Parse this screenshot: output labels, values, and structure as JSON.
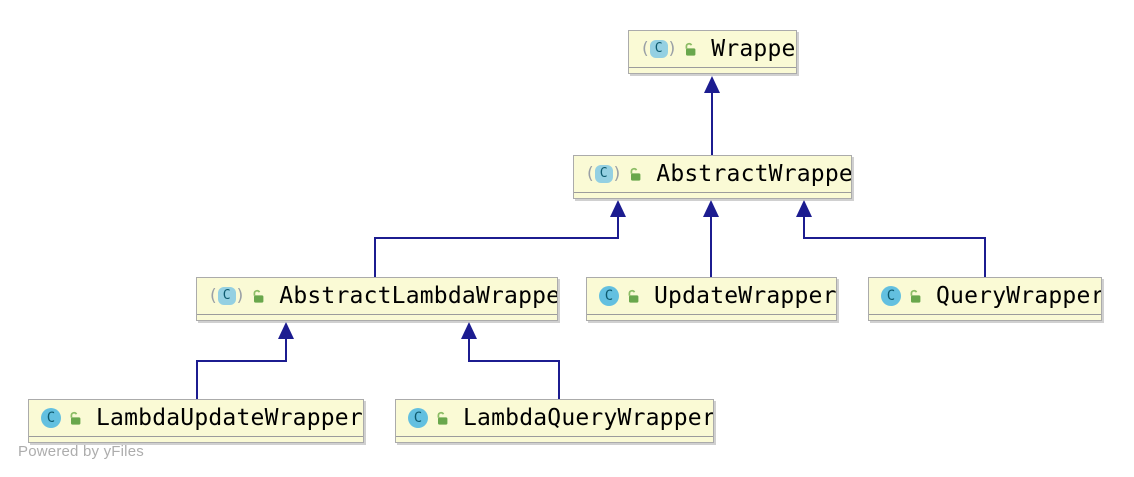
{
  "diagram": {
    "type": "uml-class-inheritance-diagram",
    "watermark": "Powered by yFiles",
    "icon_glyphs": {
      "class_letter": "C",
      "paren_open": "(",
      "paren_close": ")"
    },
    "colors": {
      "node_fill": "#fafad5",
      "node_border": "#ababab",
      "edge": "#1c1c90",
      "class_icon_fill": "#63c0e0",
      "abstract_class_icon_fill": "#94d0e2",
      "lock_green": "#69a74c",
      "watermark_gray": "#adadad"
    },
    "nodes": [
      {
        "id": "Wrapper",
        "label": "Wrapper",
        "stereotype": "abstract-class",
        "visibility": "public"
      },
      {
        "id": "AbstractWrapper",
        "label": "AbstractWrapper",
        "stereotype": "abstract-class",
        "visibility": "public"
      },
      {
        "id": "AbstractLambdaWrapper",
        "label": "AbstractLambdaWrapper",
        "stereotype": "abstract-class",
        "visibility": "public"
      },
      {
        "id": "UpdateWrapper",
        "label": "UpdateWrapper",
        "stereotype": "class",
        "visibility": "public"
      },
      {
        "id": "QueryWrapper",
        "label": "QueryWrapper",
        "stereotype": "class",
        "visibility": "public"
      },
      {
        "id": "LambdaUpdateWrapper",
        "label": "LambdaUpdateWrapper",
        "stereotype": "class",
        "visibility": "public"
      },
      {
        "id": "LambdaQueryWrapper",
        "label": "LambdaQueryWrapper",
        "stereotype": "class",
        "visibility": "public"
      }
    ],
    "edges": [
      {
        "from": "AbstractWrapper",
        "to": "Wrapper",
        "type": "extends"
      },
      {
        "from": "AbstractLambdaWrapper",
        "to": "AbstractWrapper",
        "type": "extends"
      },
      {
        "from": "UpdateWrapper",
        "to": "AbstractWrapper",
        "type": "extends"
      },
      {
        "from": "QueryWrapper",
        "to": "AbstractWrapper",
        "type": "extends"
      },
      {
        "from": "LambdaUpdateWrapper",
        "to": "AbstractLambdaWrapper",
        "type": "extends"
      },
      {
        "from": "LambdaQueryWrapper",
        "to": "AbstractLambdaWrapper",
        "type": "extends"
      }
    ]
  }
}
